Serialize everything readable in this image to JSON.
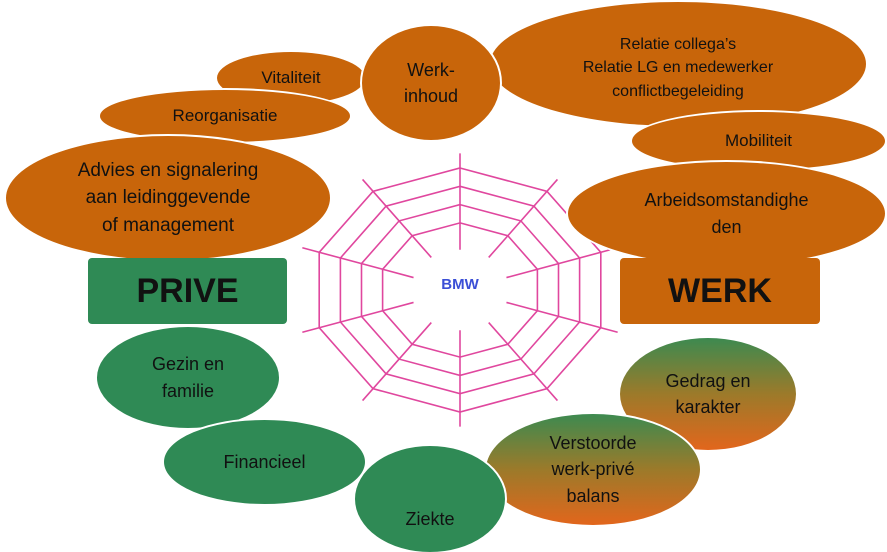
{
  "center_label": "BMW",
  "work_items": {
    "vitaliteit": "Vitaliteit",
    "werkinhoud": "Werk-\ninhoud",
    "relatie": "Relatie collega’s\nRelatie LG en medewerker\nconflictbegeleiding",
    "reorganisatie": "Reorganisatie",
    "mobiliteit": "Mobiliteit",
    "advies": "Advies en signalering\naan  leidinggevende\nof management",
    "arbeid": "Arbeidsomstandighe\nden"
  },
  "categories": {
    "prive": "PRIVE",
    "werk": "WERK"
  },
  "private_items": {
    "gezin": "Gezin en\nfamilie",
    "financieel": "Financieel",
    "ziekte": "Ziekte"
  },
  "mixed_items": {
    "gedrag": "Gedrag en\nkarakter",
    "verstoorde": "Verstoorde\nwerk-privé\nbalans"
  },
  "colors": {
    "work": "#c8650a",
    "private": "#2f8a55",
    "web": "#e0479e",
    "center_text": "#3b4fd6"
  }
}
